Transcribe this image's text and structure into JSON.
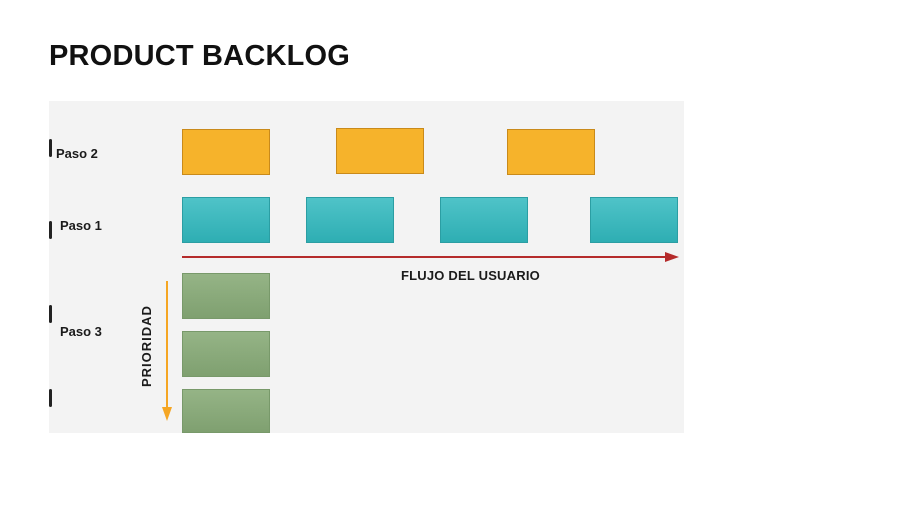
{
  "slide": {
    "title": "PRODUCT BACKLOG"
  },
  "diagram": {
    "rows": {
      "paso2": "Paso 2",
      "paso1": "Paso 1",
      "paso3": "Paso 3"
    },
    "flow_label": "FLUJO DEL USUARIO",
    "priority_label": "PRIORIDAD",
    "card_groups": {
      "paso2": {
        "count": 3,
        "color": "#f6b32b"
      },
      "paso1": {
        "count": 4,
        "color": "#36b4b9"
      },
      "paso3": {
        "count": 3,
        "color": "#88a87a"
      }
    },
    "arrow_colors": {
      "flow": "#b52b2b",
      "priority": "#f5a623"
    }
  }
}
